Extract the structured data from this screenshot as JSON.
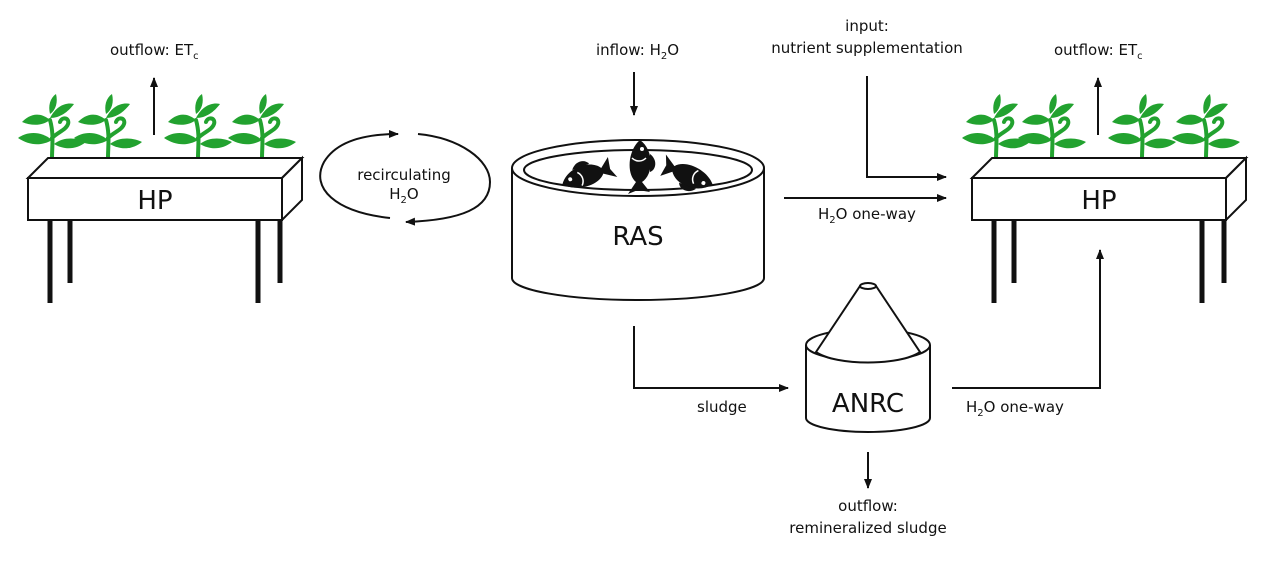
{
  "nodes": {
    "hp_left": "HP",
    "hp_right": "HP",
    "ras": "RAS",
    "anrc": "ANRC"
  },
  "labels": {
    "outflow_left": "outflow: ET",
    "outflow_left_sub": "c",
    "outflow_right": "outflow: ET",
    "outflow_right_sub": "c",
    "inflow": "inflow: H",
    "inflow_sub": "2",
    "inflow_tail": "O",
    "recirc_line1": "recirculating",
    "recirc_line2": "H",
    "recirc_sub": "2",
    "recirc_tail": "O",
    "input_line1": "input:",
    "input_line2": "nutrient supplementation",
    "oneway_top": "H",
    "oneway_top_sub": "2",
    "oneway_top_tail": "O one-way",
    "oneway_bottom": "H",
    "oneway_bottom_sub": "2",
    "oneway_bottom_tail": "O one-way",
    "sludge": "sludge",
    "outflow_bottom_line1": "outflow:",
    "outflow_bottom_line2": "remineralized sludge"
  },
  "colors": {
    "plant": "#22a22f",
    "line": "#111111"
  },
  "icons": [
    "fish-icon",
    "plant-icon",
    "cone-icon"
  ]
}
